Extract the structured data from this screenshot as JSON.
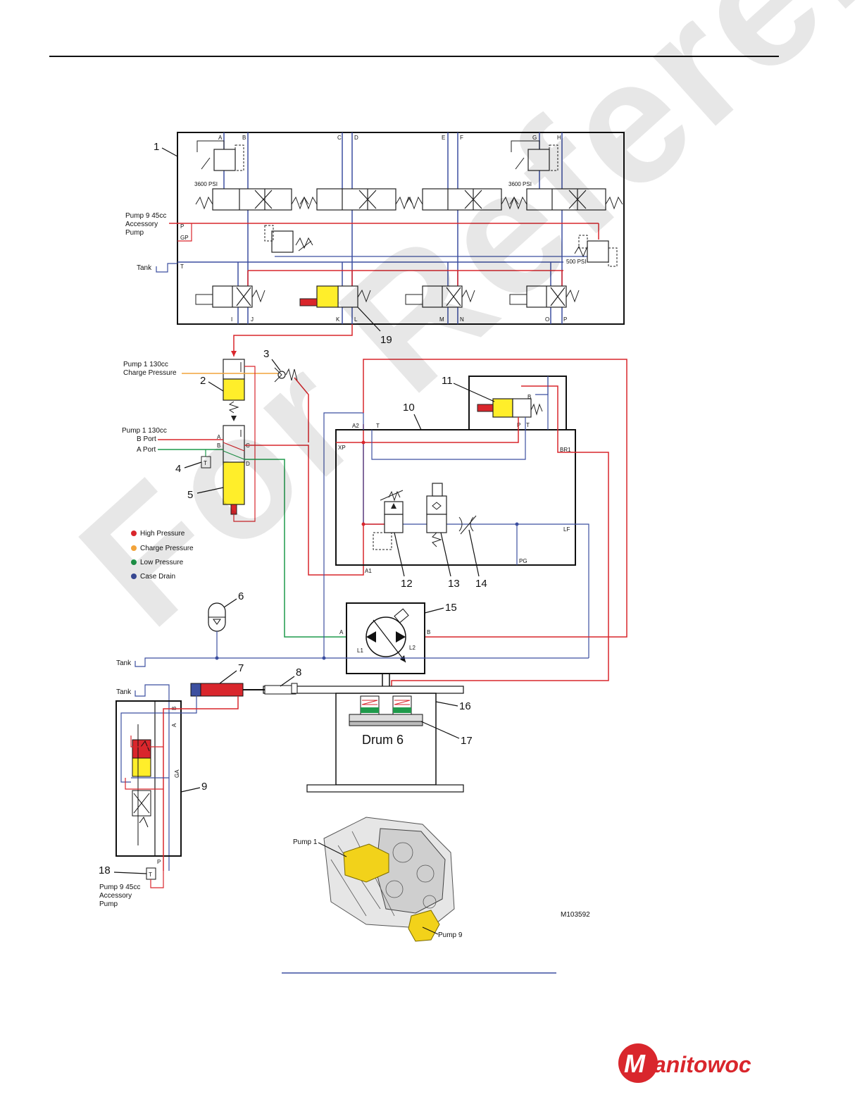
{
  "labels": {
    "n1": "1",
    "n2": "2",
    "n3": "3",
    "n4": "4",
    "n5": "5",
    "n6": "6",
    "n7": "7",
    "n8": "8",
    "n9": "9",
    "n10": "10",
    "n11": "11",
    "n12": "12",
    "n13": "13",
    "n14": "14",
    "n15": "15",
    "n16": "16",
    "n17": "17",
    "n18": "18",
    "n19": "19",
    "pump9_line1": "Pump 9 45cc",
    "pump9_line2": "Accessory",
    "pump9_line3": "Pump",
    "tank": "Tank",
    "psi3600": "3600 PSI",
    "psi500": "500 PSI",
    "pump1_charge_l1": "Pump 1 130cc",
    "pump1_charge_l2": "Charge Pressure",
    "pump1_port_l1": "Pump 1 130cc",
    "pump1_port_l2": "B Port",
    "pump1_port_l3": "A Port",
    "drum": "Drum 6",
    "pump1_photo": "Pump 1",
    "pump9_photo": "Pump 9",
    "figure_id": "M103592"
  },
  "ports": {
    "A": "A",
    "B": "B",
    "C": "C",
    "D": "D",
    "E": "E",
    "F": "F",
    "G": "G",
    "H": "H",
    "I": "I",
    "J": "J",
    "K": "K",
    "L": "L",
    "M": "M",
    "N": "N",
    "O": "O",
    "P": "P",
    "GP": "GP",
    "T": "T",
    "A2": "A2",
    "XP": "XP",
    "A1": "A1",
    "BR1": "BR1",
    "LF": "LF",
    "PG": "PG",
    "L1": "L1",
    "L2": "L2",
    "GA": "GA"
  },
  "legend": [
    {
      "label": "High Pressure",
      "color": "#d9262c"
    },
    {
      "label": "Charge Pressure",
      "color": "#f2a33a"
    },
    {
      "label": "Low Pressure",
      "color": "#1f9a4b"
    },
    {
      "label": "Case Drain",
      "color": "#3c4fa0"
    }
  ],
  "logo": {
    "text": "Manitowoc",
    "color": "#d9262c"
  },
  "colors": {
    "high": "#d9262c",
    "charge": "#f2a33a",
    "low": "#1f9a4b",
    "drain": "#3c4fa0",
    "yellow": "#ffee2a",
    "line": "#222222"
  }
}
